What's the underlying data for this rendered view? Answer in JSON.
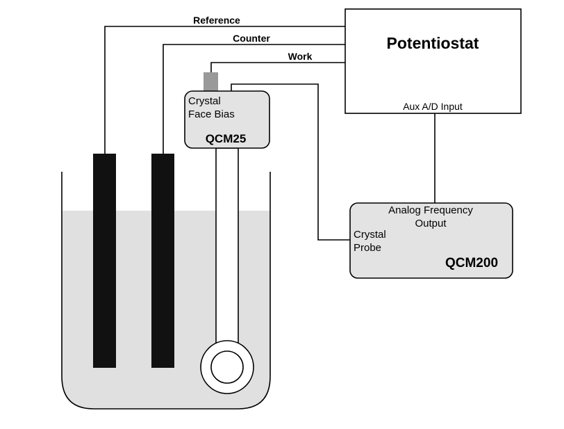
{
  "colors": {
    "liquid": "#e0e0e0",
    "device_box": "#e3e3e3",
    "connector": "#999999",
    "electrode": "#111111",
    "line": "#000000"
  },
  "wires": {
    "reference_label": "Reference",
    "counter_label": "Counter",
    "work_label": "Work"
  },
  "potentiostat": {
    "title": "Potentiostat",
    "aux_input_label": "Aux A/D Input"
  },
  "qcm25": {
    "line1": "Crystal",
    "line2": "Face Bias",
    "name": "QCM25"
  },
  "qcm200": {
    "output_line1": "Analog Frequency",
    "output_line2": "Output",
    "probe_line1": "Crystal",
    "probe_line2": "Probe",
    "name": "QCM200"
  }
}
